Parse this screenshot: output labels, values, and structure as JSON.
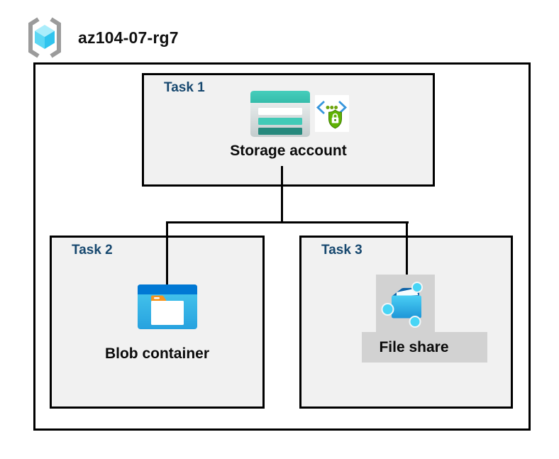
{
  "diagram": {
    "resource_group": {
      "name": "az104-07-rg7",
      "icon": "resource-group-icon"
    },
    "tasks": {
      "task1": {
        "label": "Task 1",
        "caption": "Storage account",
        "icons": [
          "storage-account-icon",
          "secure-access-icon"
        ]
      },
      "task2": {
        "label": "Task 2",
        "caption": "Blob container",
        "icons": [
          "blob-container-icon"
        ]
      },
      "task3": {
        "label": "Task 3",
        "caption": "File share",
        "icons": [
          "file-share-icon"
        ]
      }
    },
    "connections": [
      {
        "from": "Storage account",
        "to": "Blob container"
      },
      {
        "from": "Storage account",
        "to": "File share"
      }
    ]
  },
  "colors": {
    "ink": "#000000",
    "task-fill": "#F1F1F1",
    "task-label": "#17486F",
    "badge-gray": "#D2D2D2",
    "azure-blue": "#0078D4",
    "teal": "#3EC7B4",
    "teal-dark": "#26897D",
    "cyan": "#38CCF0",
    "orange": "#F7941E",
    "green": "#5FB203",
    "bracket-gray": "#9B9B9B"
  }
}
